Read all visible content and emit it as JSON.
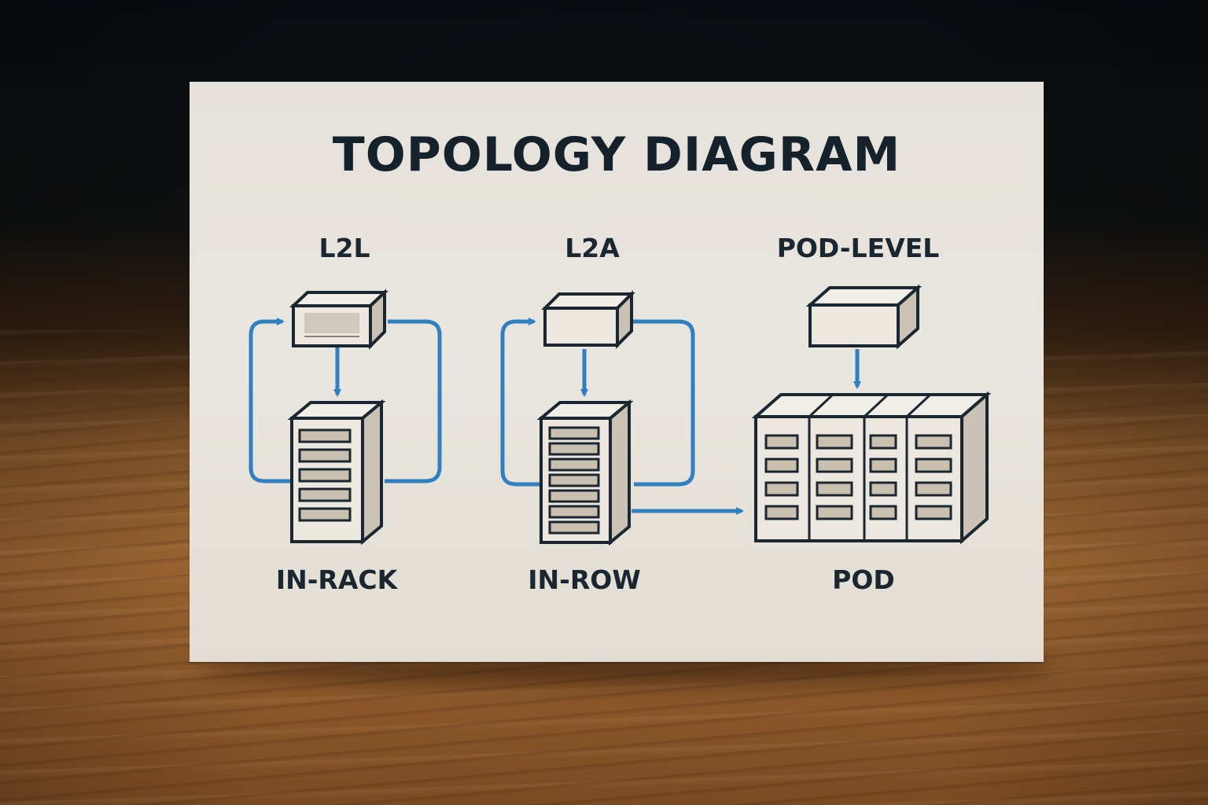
{
  "title": "TOPOLOGY DIAGRAM",
  "columns": [
    {
      "heading": "L2L",
      "caption": "IN-RACK"
    },
    {
      "heading": "L2A",
      "caption": "IN-ROW"
    },
    {
      "heading": "POD-LEVEL",
      "caption": "POD"
    }
  ],
  "colors": {
    "ink": "#1a2630",
    "flow_arrow": "#2f7fc1",
    "box_face": "#ece8e0",
    "box_side": "#c9c2b5",
    "slot_fill": "#c9c0b0"
  },
  "icons": [
    "switch-box-icon",
    "server-rack-icon",
    "pod-racks-icon",
    "arrow-icon"
  ]
}
